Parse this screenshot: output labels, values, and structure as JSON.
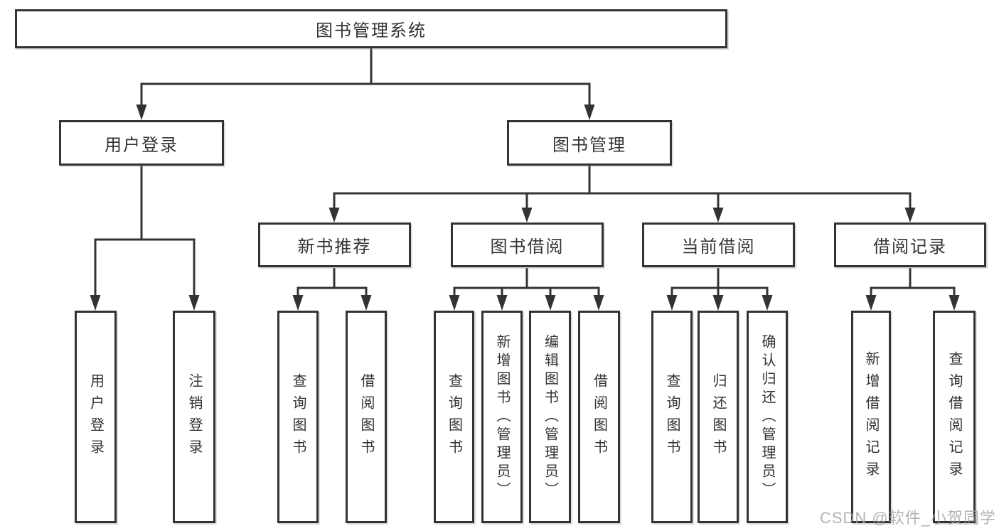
{
  "colors": {
    "line": "#333333",
    "border": "#333333",
    "text": "#333333",
    "background": "#ffffff",
    "watermark": "#a5a5a5"
  },
  "watermark": "CSDN @软件_小贺同学",
  "tree": {
    "root": "图书管理系统",
    "branches": {
      "user_login": "用户登录",
      "book_management": "图书管理"
    },
    "modules": {
      "new_book_recommend": "新书推荐",
      "book_borrowing": "图书借阅",
      "current_borrowing": "当前借阅",
      "borrowing_records": "借阅记录"
    },
    "functions": {
      "user_login": "用户登录",
      "logout": "注销登录",
      "query_books_recommend": "查询图书",
      "borrow_books_recommend": "借阅图书",
      "query_books_borrowing": "查询图书",
      "add_books_admin": "新增图书（管理员）",
      "edit_books_admin": "编辑图书（管理员）",
      "borrow_books_borrowing": "借阅图书",
      "query_books_current": "查询图书",
      "return_books": "归还图书",
      "confirm_return_admin": "确认归还（管理员）",
      "add_borrow_record": "新增借阅记录",
      "query_borrow_record": "查询借阅记录"
    }
  }
}
